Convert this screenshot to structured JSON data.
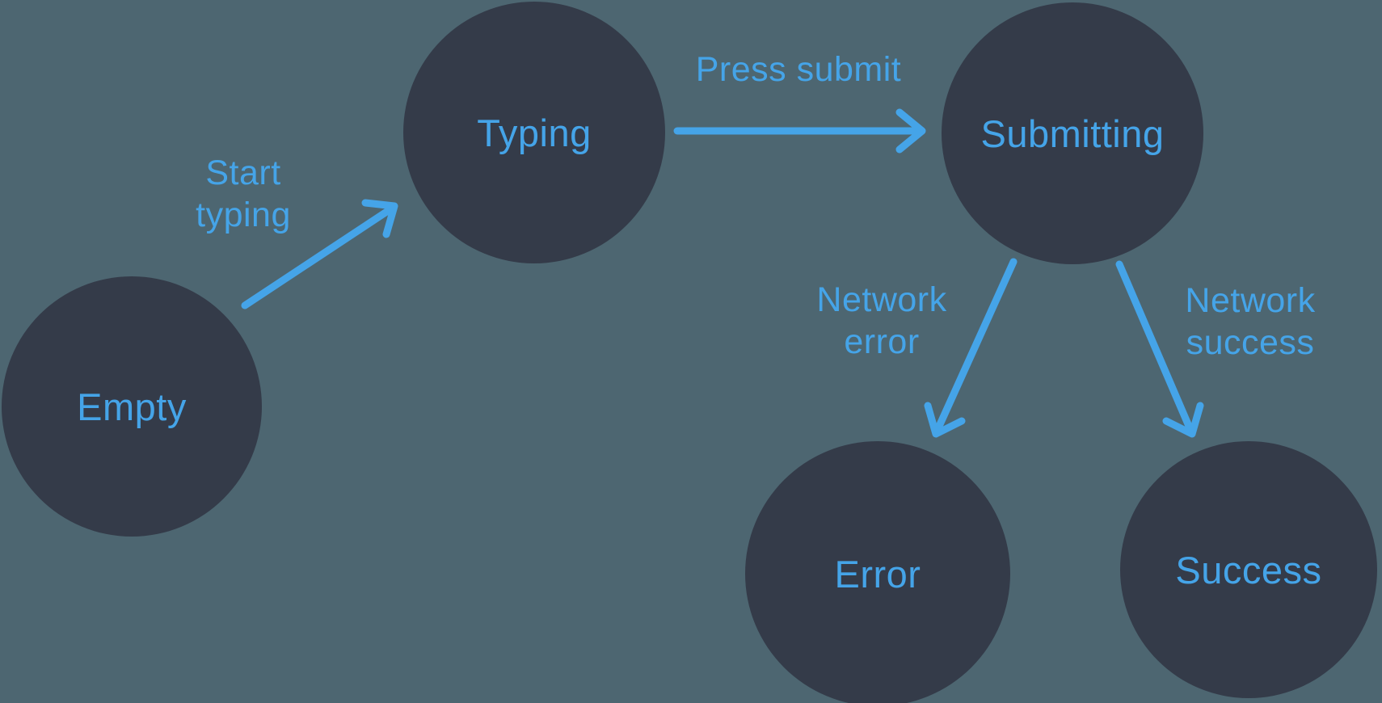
{
  "colors": {
    "background": "#4D6671",
    "node_fill": "#343B49",
    "accent": "#45A4E8"
  },
  "nodes": [
    {
      "id": "empty",
      "label": "Empty"
    },
    {
      "id": "typing",
      "label": "Typing"
    },
    {
      "id": "submitting",
      "label": "Submitting"
    },
    {
      "id": "error",
      "label": "Error"
    },
    {
      "id": "success",
      "label": "Success"
    }
  ],
  "edges": [
    {
      "id": "start-typing",
      "from": "empty",
      "to": "typing",
      "label_lines": [
        "Start",
        "typing"
      ]
    },
    {
      "id": "press-submit",
      "from": "typing",
      "to": "submitting",
      "label_lines": [
        "Press submit"
      ]
    },
    {
      "id": "network-error",
      "from": "submitting",
      "to": "error",
      "label_lines": [
        "Network",
        "error"
      ]
    },
    {
      "id": "network-success",
      "from": "submitting",
      "to": "success",
      "label_lines": [
        "Network",
        "success"
      ]
    }
  ]
}
